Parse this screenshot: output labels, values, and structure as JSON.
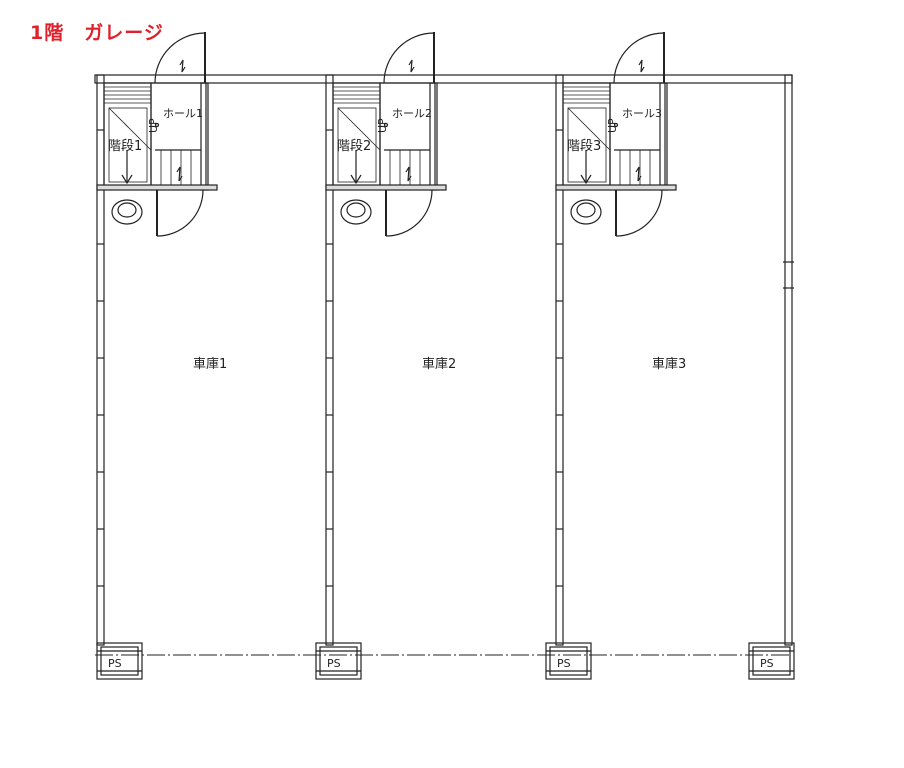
{
  "title": "1階　ガレージ",
  "units": [
    {
      "garage": "車庫1",
      "hall": "ホール1",
      "stairs": "階段1",
      "up": "UP",
      "ps": "PS"
    },
    {
      "garage": "車庫2",
      "hall": "ホール2",
      "stairs": "階段2",
      "up": "UP",
      "ps": "PS"
    },
    {
      "garage": "車庫3",
      "hall": "ホール3",
      "stairs": "階段3",
      "up": "UP",
      "ps": "PS"
    }
  ],
  "end_ps": "PS"
}
